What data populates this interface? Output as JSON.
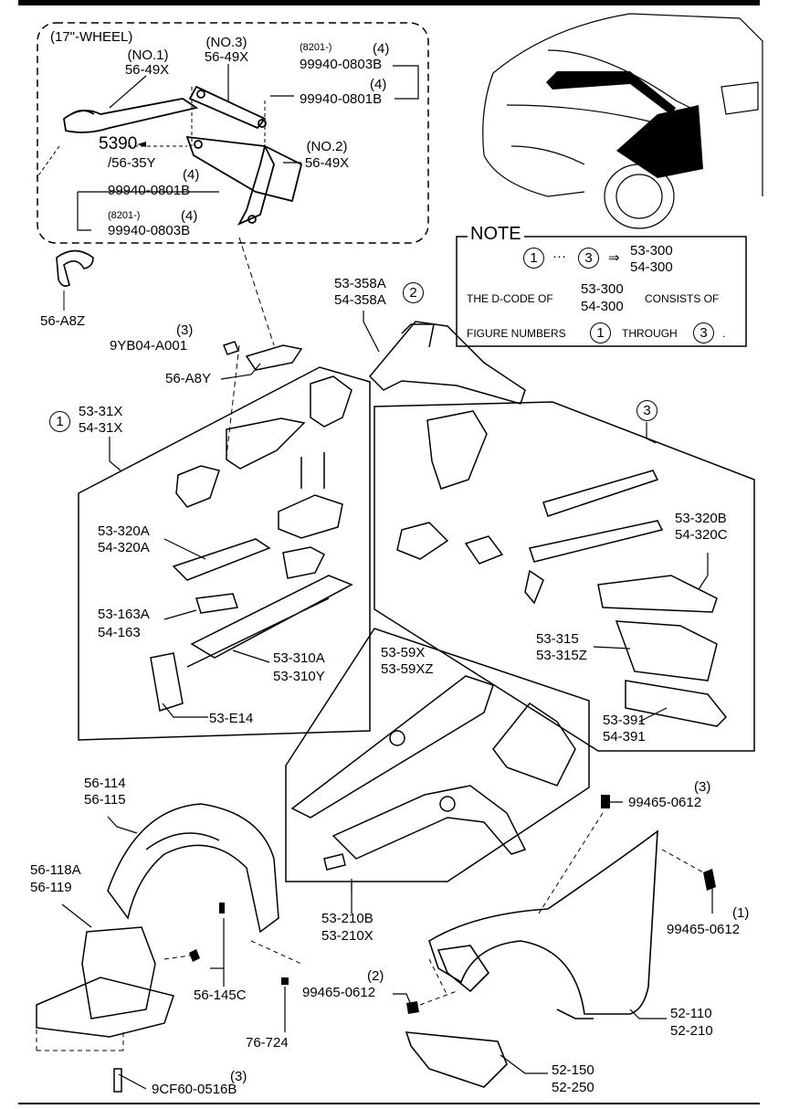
{
  "wheel_box": {
    "title": "(17\"-WHEEL)"
  },
  "labels": {
    "no1": "(NO.1)",
    "no1_part": "56-49X",
    "no3": "(NO.3)",
    "no3_part": "56-49X",
    "b8201_top": "(8201-)",
    "q4_a": "(4)",
    "bolt_0803_top": "99940-0803B",
    "q4_b": "(4)",
    "bolt_0801_top": "99940-0801B",
    "ref5390": "5390",
    "ref5635": "/56-35Y",
    "no2": "(NO.2)",
    "no2_part": "56-49X",
    "q4_c": "(4)",
    "bolt_0801_bot": "99940-0801B",
    "b8201_bot": "(8201-)",
    "q4_d": "(4)",
    "bolt_0803_bot": "99940-0803B",
    "p56a8z": "56-A8Z",
    "q3_a": "(3)",
    "p9yb04": "9YB04-A001",
    "p56a8y": "56-A8Y",
    "p53358a": "53-358A",
    "p54358a": "54-358A",
    "p5331x": "53-31X",
    "p5431x": "54-31X",
    "p53320a": "53-320A",
    "p54320a": "54-320A",
    "p53163a": "53-163A",
    "p54163": "54-163",
    "p53310a": "53-310A",
    "p53310y": "53-310Y",
    "p53e14": "53-E14",
    "p53320b": "53-320B",
    "p54320c": "54-320C",
    "p53315": "53-315",
    "p53315z": "53-315Z",
    "p53391": "53-391",
    "p54391": "54-391",
    "p5359x": "53-59X",
    "p5359xz": "53-59XZ",
    "p56114": "56-114",
    "p56115": "56-115",
    "p56118a": "56-118A",
    "p56119": "56-119",
    "p56145c": "56-145C",
    "p76724": "76-724",
    "q3_cf": "(3)",
    "p9cf60": "9CF60-0516B",
    "q2_s": "(2)",
    "p99465_l": "99465-0612",
    "q3_s": "(3)",
    "p99465_t": "99465-0612",
    "q1_s": "(1)",
    "p99465_r": "99465-0612",
    "p53210b": "53-210B",
    "p53210x": "53-210X",
    "p52110": "52-110",
    "p52210": "52-210",
    "p52150": "52-150",
    "p52250": "52-250"
  },
  "circles": {
    "one": "1",
    "two": "2",
    "three": "3"
  },
  "note": {
    "title": "NOTE",
    "range_start": "1",
    "range_dots": "···",
    "range_end": "3",
    "arrow": "⇒",
    "code1": "53-300",
    "code2": "54-300",
    "line2_pre": "THE D-CODE OF",
    "line2_code1": "53-300",
    "line2_code2": "54-300",
    "line2_post": "CONSISTS OF",
    "line3_pre": "FIGURE NUMBERS",
    "line3_a": "1",
    "line3_mid": "THROUGH",
    "line3_b": "3",
    "line3_end": "."
  }
}
